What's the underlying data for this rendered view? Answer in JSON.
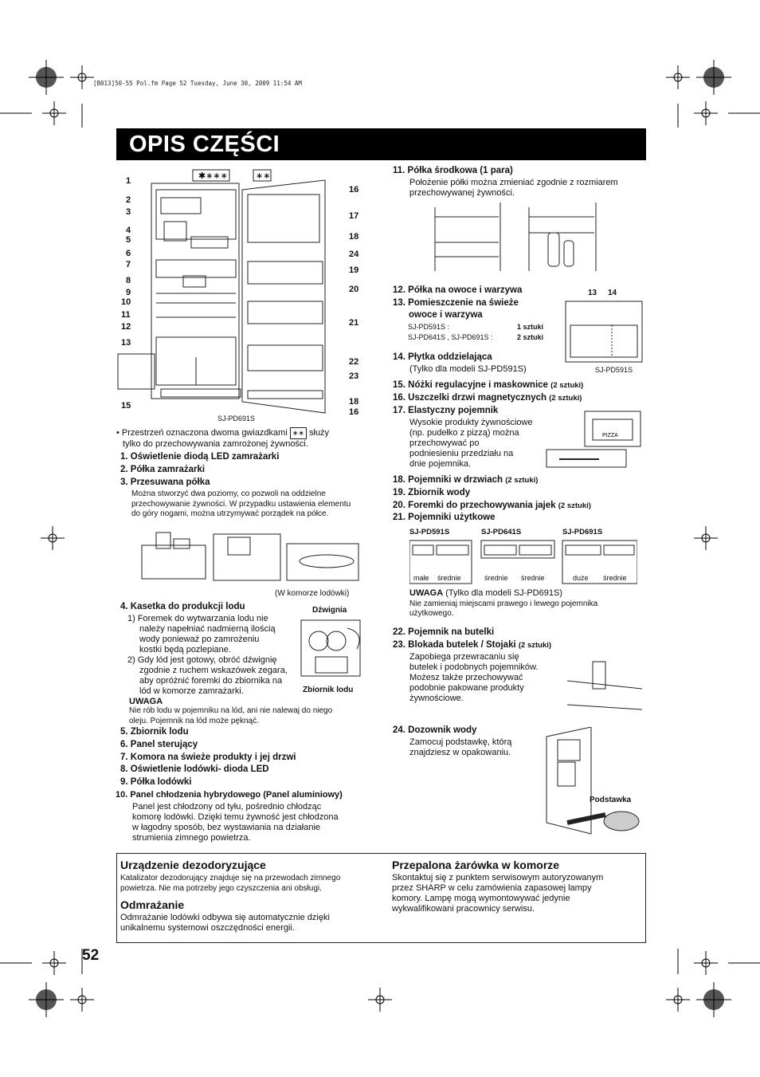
{
  "header": {
    "file_meta": "[B013]50-55 Pol.fm  Page 52  Tuesday, June 30, 2009  11:54 AM",
    "title": "OPIS CZĘŚCI",
    "page_number": "52"
  },
  "figure_main": {
    "callouts_left": [
      "1",
      "2",
      "3",
      "4",
      "5",
      "6",
      "7",
      "8",
      "9",
      "10",
      "11",
      "12",
      "13",
      "15"
    ],
    "callouts_right": [
      "16",
      "17",
      "18",
      "24",
      "19",
      "20",
      "21",
      "22",
      "23",
      "18",
      "16"
    ],
    "model": "SJ-PD691S"
  },
  "note_two_star": {
    "prefix": "• Przestrzeń oznaczona dwoma gwiazdkami",
    "suffix": "służy",
    "line2": "tylko do przechowywania zamrożonej żywności."
  },
  "left_items": [
    {
      "label": "1. Oświetlenie diodą LED zamrażarki"
    },
    {
      "label": "2. Półka zamrażarki"
    },
    {
      "label": "3. Przesuwana półka"
    }
  ],
  "item3_desc": [
    "Można stworzyć dwa poziomy, co pozwoli na oddzielne",
    "przechowywanie żywności. W przypadku ustawienia elementu",
    "do góry nogami, można utrzymywać porządek na półce."
  ],
  "shelf_fig_caption": "(W komorze lodówki)",
  "item4": {
    "label": "4. Kasetka do produkcji lodu",
    "p1": [
      "1) Foremek do wytwarzania lodu nie",
      "należy napełniać nadmierną ilością",
      "wody ponieważ po zamrożeniu",
      "kostki będą pozlepiane."
    ],
    "p2": [
      "2) Gdy lód jest gotowy, obróć dźwignię",
      "zgodnie z ruchem wskazówek zegara,",
      "aby opróżnić foremki do zbiornika na",
      "lód w komorze zamrażarki."
    ],
    "lever_label": "Dźwignia",
    "bin_label": "Zbiornik lodu",
    "note_title": "UWAGA",
    "note": [
      "Nie rób lodu w pojemniku na lód, ani nie nalewaj do niego",
      "oleju. Pojemnik na lód może pęknąć."
    ]
  },
  "left_items2": [
    {
      "label": "5. Zbiornik lodu"
    },
    {
      "label": "6. Panel sterujący"
    },
    {
      "label": "7. Komora na świeże produkty i jej drzwi"
    },
    {
      "label": "8. Oświetlenie lodówki- dioda LED"
    },
    {
      "label": "9. Półka lodówki"
    }
  ],
  "item10": {
    "label": "10. Panel chłodzenia hybrydowego (Panel aluminiowy)",
    "desc": [
      "Panel jest chłodzony od tyłu, pośrednio chłodząc",
      "komorę lodówki. Dzięki temu żywność jest chłodzona",
      "w łagodny sposób, bez wystawiania na działanie",
      "strumienia zimnego powietrza."
    ]
  },
  "item11": {
    "label": "11. Półka środkowa (1 para)",
    "desc": [
      "Położenie półki można zmieniać zgodnie z rozmiarem",
      "przechowywanej żywności."
    ]
  },
  "item12": "12. Półka na owoce i warzywa",
  "item13": [
    "13. Pomieszczenie na świeże",
    "owoce i warzywa"
  ],
  "item13_models": [
    {
      "model": "SJ-PD591S :",
      "qty": "1 sztuki"
    },
    {
      "model": "SJ-PD641S , SJ-PD691S :",
      "qty": "2 sztuki"
    }
  ],
  "crisper_fig": {
    "n13": "13",
    "n14": "14",
    "model": "SJ-PD591S"
  },
  "item14": {
    "label": "14. Płytka oddzielająca",
    "desc": "(Tylko dla modeli SJ-PD591S)"
  },
  "item15": {
    "label": "15. Nóżki regulacyjne i maskownice",
    "small": "(2 sztuki)"
  },
  "item16": {
    "label": "16. Uszczelki drzwi magnetycznych",
    "small": "(2 sztuki)"
  },
  "item17": {
    "label": "17. Elastyczny pojemnik",
    "desc": [
      "Wysokie produkty żywnościowe",
      "(np. pudełko z pizzą) można",
      "przechowywać po",
      "podniesieniu przedziału na",
      "dnie pojemnika."
    ],
    "pizza": "PIZZA"
  },
  "item18": {
    "label": "18. Pojemniki w drzwiach",
    "small": "(2 sztuki)"
  },
  "item19": {
    "label": "19. Zbiornik wody"
  },
  "item20": {
    "label": "20. Foremki do przechowywania jajek",
    "small": "(2 sztuki)"
  },
  "item21": {
    "label": "21. Pojemniki użytkowe"
  },
  "utility_models": [
    {
      "model": "SJ-PD591S",
      "left": "małe",
      "right": "średnie"
    },
    {
      "model": "SJ-PD641S",
      "left": "średnie",
      "right": "średnie"
    },
    {
      "model": "SJ-PD691S",
      "left": "duże",
      "right": "średnie"
    }
  ],
  "uwaga2": {
    "title": "UWAGA",
    "small": "(Tylko dla modeli SJ-PD691S)",
    "desc": [
      "Nie zamieniaj miejscami prawego i lewego pojemnika",
      "użytkowego."
    ]
  },
  "item22": {
    "label": "22. Pojemnik na butelki"
  },
  "item23": {
    "label": "23. Blokada butelek / Stojaki",
    "small": "(2 sztuki)",
    "desc": [
      "Zapobiega przewracaniu się",
      "butelek i podobnych pojemników.",
      "Możesz także przechowywać",
      "podobnie pakowane produkty",
      "żywnościowe."
    ]
  },
  "item24": {
    "label": "24. Dozownik wody",
    "desc": [
      "Zamocuj podstawkę, którą",
      "znajdziesz w opakowaniu."
    ],
    "stand_label": "Podstawka"
  },
  "box": {
    "deodor_title": "Urządzenie dezodoryzujące",
    "deodor_desc": [
      "Katalizator dezodorujący znajduje się na przewodach zimnego",
      "powietrza. Nie ma potrzeby jego czyszczenia ani obsługi."
    ],
    "defrost_title": "Odmrażanie",
    "defrost_desc": [
      "Odmrażanie lodówki odbywa się automatycznie dzięki",
      "unikalnemu systemowi oszczędności energii."
    ],
    "bulb_title": "Przepalona żarówka w komorze",
    "bulb_desc": [
      "Skontaktuj się z punktem serwisowym autoryzowanym",
      "przez SHARP w celu zamówienia zapasowej lampy",
      "komory. Lampę mogą wymontowywać jedynie",
      "wykwalifikowani pracownicy serwisu."
    ]
  }
}
